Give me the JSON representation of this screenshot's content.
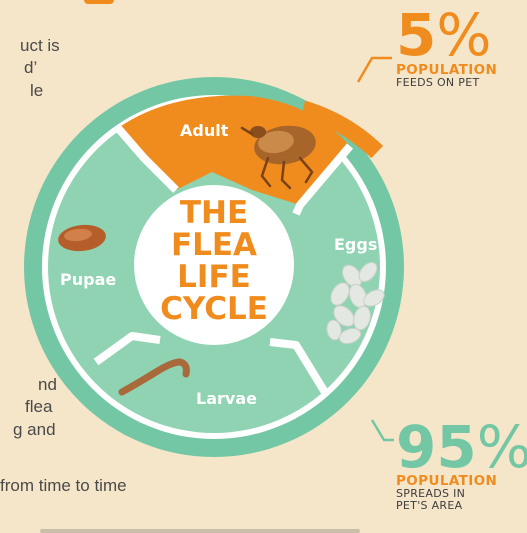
{
  "body_text": {
    "fragment_1_line_1": "uct is",
    "fragment_1_line_2": "d’",
    "fragment_1_line_3": "le",
    "fragment_2_line_1": "nd",
    "fragment_2_line_2": "flea",
    "fragment_2_line_3": "g and",
    "fragment_3_line_1": "from time to time"
  },
  "diagram": {
    "center_title": [
      "THE",
      "FLEA",
      "LIFE",
      "CYCLE"
    ],
    "stages": {
      "adult": "Adult",
      "eggs": "Eggs",
      "larvae": "Larvae",
      "pupae": "Pupae"
    }
  },
  "stats": {
    "pet": {
      "number": "5",
      "percent_sign": "%",
      "label": "POPULATION",
      "sub_line_1": "FEEDS ON PET"
    },
    "area": {
      "number": "95",
      "percent_sign": "%",
      "label": "POPULATION",
      "sub_line_1": "SPREADS IN",
      "sub_line_2": "PET'S AREA"
    }
  },
  "colors": {
    "background": "#f6e6c9",
    "teal_ring": "#74c7a4",
    "teal_inner": "#8fd3b3",
    "orange": "#f08c1e",
    "white": "#ffffff"
  }
}
